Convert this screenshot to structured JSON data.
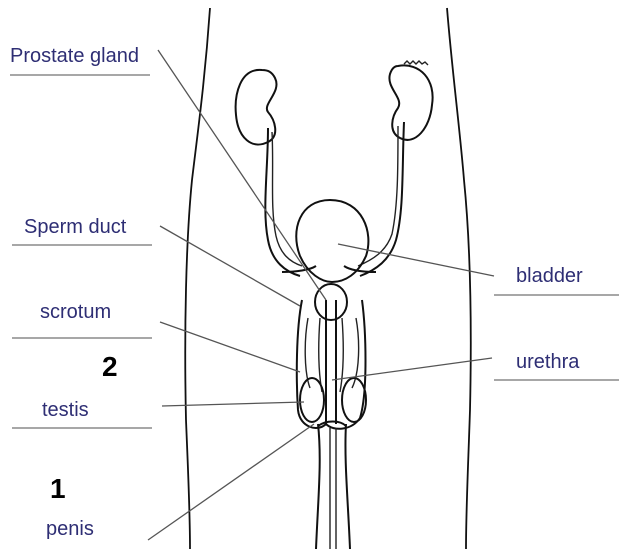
{
  "labels": {
    "prostate_gland": "Prostate gland",
    "sperm_duct": "Sperm duct",
    "scrotum": "scrotum",
    "testis": "testis",
    "penis": "penis",
    "bladder": "bladder",
    "urethra": "urethra"
  },
  "markers": {
    "one": "1",
    "two": "2"
  },
  "colors": {
    "label_text": "#2e2e74",
    "underline": "#8a8a8a",
    "lines": "#111111"
  }
}
